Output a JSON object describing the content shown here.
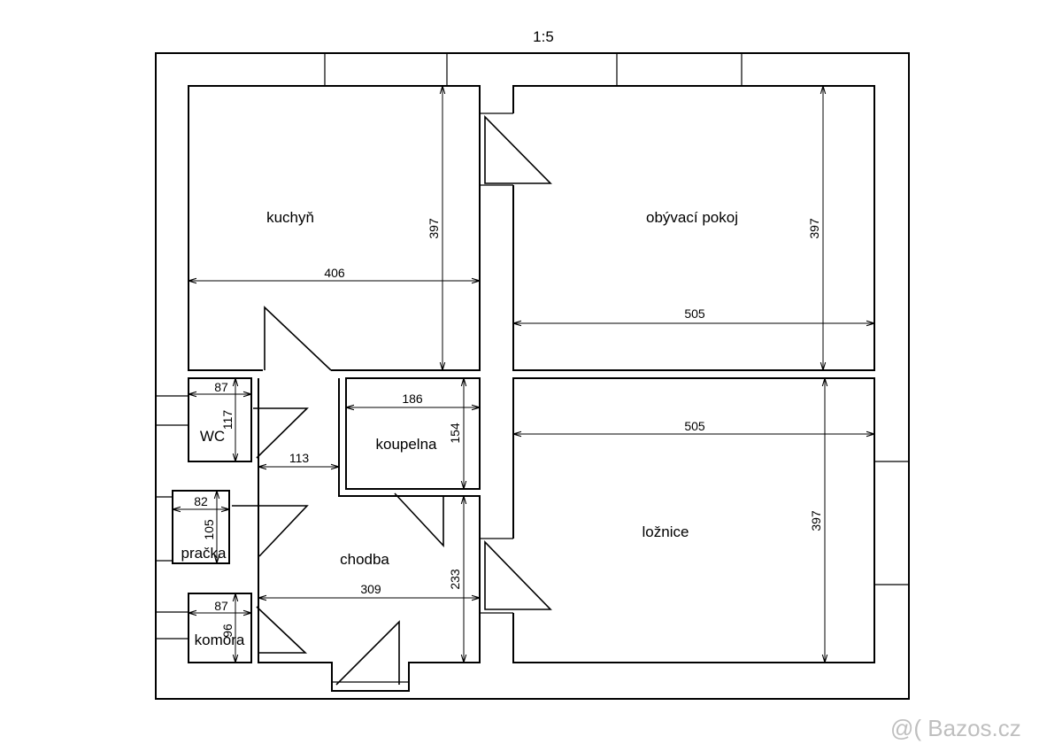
{
  "scale": "1:5",
  "rooms": {
    "kuchyn": "kuchyň",
    "obyvaci": "obývací pokoj",
    "loznice": "ložnice",
    "koupelna": "koupelna",
    "chodba": "chodba",
    "wc": "WC",
    "pracka": "pračka",
    "komora": "komora"
  },
  "dimensions": {
    "kuchyn_width": "406",
    "kuchyn_height": "397",
    "obyvaci_width": "505",
    "obyvaci_height": "397",
    "loznice_width": "505",
    "loznice_height": "397",
    "koupelna_width": "186",
    "koupelna_height": "154",
    "chodba_width": "309",
    "chodba_height": "233",
    "chodba_passage": "113",
    "wc_width": "87",
    "wc_height": "117",
    "pracka_width": "82",
    "pracka_height": "105",
    "komora_width": "87",
    "komora_height": "96"
  },
  "watermark": "@( Bazos.cz"
}
